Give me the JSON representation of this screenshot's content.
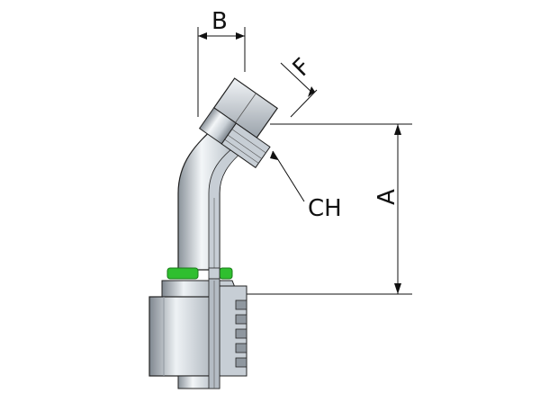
{
  "dimensions": {
    "a_label": "A",
    "b_label": "B",
    "f_label": "F",
    "ch_label": "CH"
  },
  "colors": {
    "metal_light": "#e9edf1",
    "metal_mid": "#b8c0c8",
    "metal_dark": "#6f7780",
    "section_fill": "#c7ced5",
    "seal_green": "#2fbf2f",
    "outline": "#222222"
  }
}
